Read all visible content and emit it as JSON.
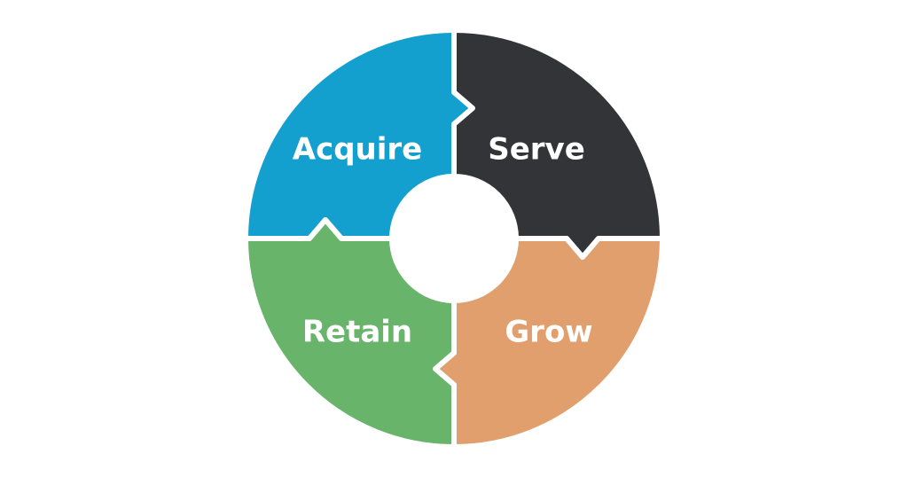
{
  "segments": [
    {
      "label": "Acquire",
      "color": "#14a0ce"
    },
    {
      "label": "Serve",
      "color": "#333438"
    },
    {
      "label": "Grow",
      "color": "#e09f6c"
    },
    {
      "label": "Retain",
      "color": "#68b46a"
    }
  ]
}
